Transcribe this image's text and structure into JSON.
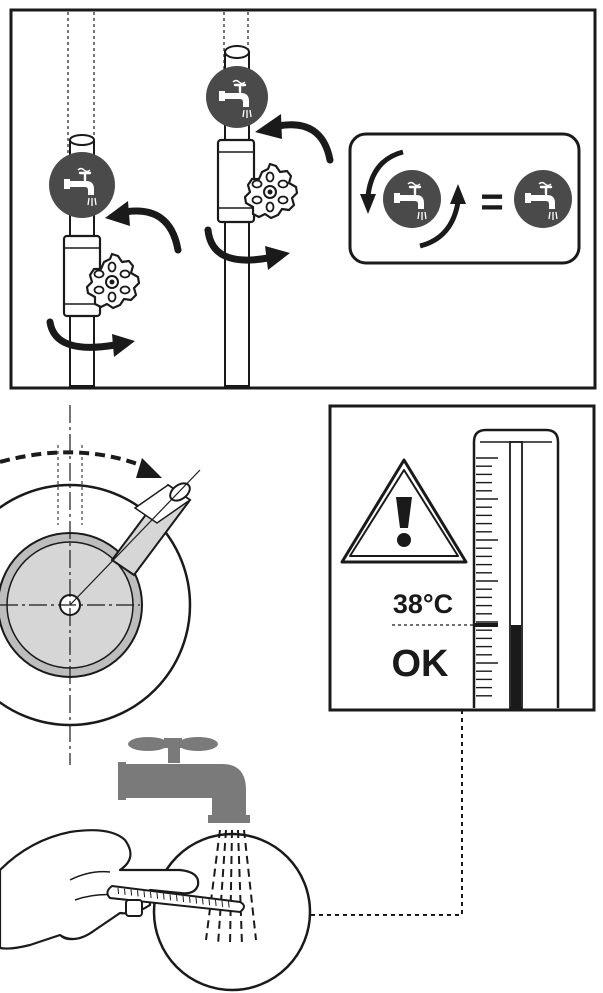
{
  "panels": {
    "valve_panel": {
      "name": "valve-instructions-panel",
      "equation_symbol": "="
    },
    "thermometer_panel": {
      "temperature": "38°C",
      "status": "OK"
    }
  },
  "icons": [
    "faucet-water-icon",
    "valve-handle-icon",
    "rotation-arrow-icon",
    "warning-triangle-icon",
    "thermometer-icon",
    "tap-icon",
    "hand-icon"
  ],
  "colors": {
    "line": "#1a1a1a",
    "icon_disc": "#4a4a4a",
    "faucet": "#7a7a7a",
    "fill_light": "#d6d6d6",
    "fill_mid": "#bdbdbd"
  }
}
